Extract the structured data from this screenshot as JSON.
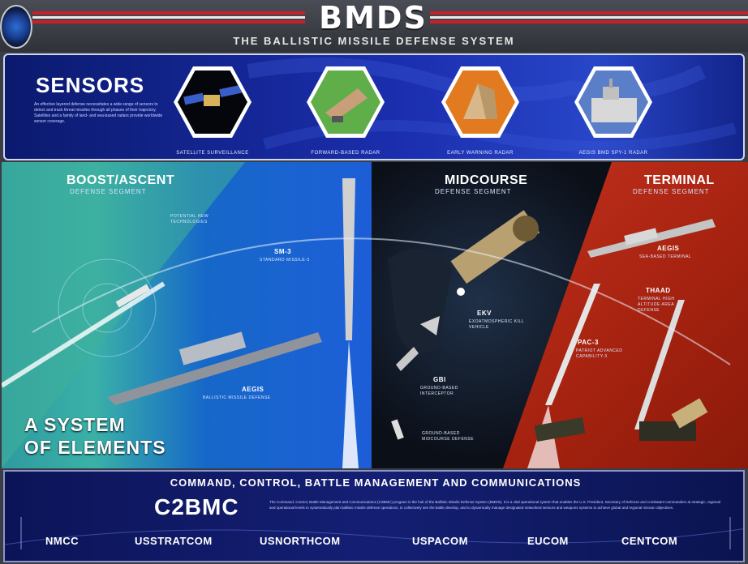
{
  "header": {
    "title": "BMDS",
    "subtitle": "THE BALLISTIC MISSILE DEFENSE SYSTEM"
  },
  "sensors": {
    "title": "SENSORS",
    "blurb": "An effective layered defense necessitates a wide-range of sensors to detect and track threat missiles through all phases of their trajectory. Satellites and a family of land- and sea-based radars provide worldwide sensor coverage.",
    "items": [
      {
        "label": "SATELLITE SURVEILLANCE",
        "icon": "satellite-icon"
      },
      {
        "label": "FORWARD-BASED RADAR",
        "icon": "radar-icon"
      },
      {
        "label": "EARLY WARNING RADAR",
        "icon": "early-warning-radar-icon"
      },
      {
        "label": "AEGIS BMD SPY-1 RADAR",
        "icon": "ship-radar-icon"
      }
    ]
  },
  "boost": {
    "title": "BOOST/ASCENT",
    "subtitle": "DEFENSE SEGMENT",
    "potential": "POTENTIAL NEW TECHNOLOGIES",
    "sm3": "SM-3",
    "sm3_sub": "STANDARD MISSILE-3",
    "aegis": "AEGIS",
    "aegis_sub": "BALLISTIC MISSILE DEFENSE"
  },
  "system_text": [
    "A SYSTEM",
    "OF ELEMENTS"
  ],
  "midcourse": {
    "title": "MIDCOURSE",
    "subtitle": "DEFENSE SEGMENT",
    "ekv": "EKV",
    "ekv_sub": "EXOATMOSPHERIC KILL VEHICLE",
    "gbi": "GBI",
    "gbi_sub": "GROUND-BASED INTERCEPTOR",
    "gmd": "GROUND-BASED MIDCOURSE DEFENSE"
  },
  "terminal": {
    "title": "TERMINAL",
    "subtitle": "DEFENSE SEGMENT",
    "aegis": "AEGIS",
    "aegis_sub": "SEA-BASED TERMINAL",
    "thaad": "THAAD",
    "thaad_sub": "TERMINAL HIGH ALTITUDE AREA DEFENSE",
    "pac3": "PAC-3",
    "pac3_sub": "PATRIOT ADVANCED CAPABILITY-3"
  },
  "c2bmc": {
    "title": "COMMAND, CONTROL, BATTLE MANAGEMENT AND COMMUNICATIONS",
    "name": "C2BMC",
    "desc": "The Command, Control, Battle Management and Communications (C2BMC) program is the hub of the Ballistic Missile Defense System (BMDS). It is a vital operational system that enables the U.S. President, Secretary of Defense and combatant commanders at strategic, regional and operational levels to systematically plan ballistic missile defense operations, to collectively see the battle develop, and to dynamically manage designated networked sensors and weapons systems to achieve global and regional mission objectives.",
    "commands": [
      "NMCC",
      "USSTRATCOM",
      "USNORTHCOM",
      "USPACOM",
      "EUCOM",
      "CENTCOM"
    ]
  },
  "colors": {
    "accent_red": "#c8202a",
    "sensors_blue": "#1b2fb0",
    "terminal_red": "#b02814",
    "c2_blue": "#141f74"
  }
}
